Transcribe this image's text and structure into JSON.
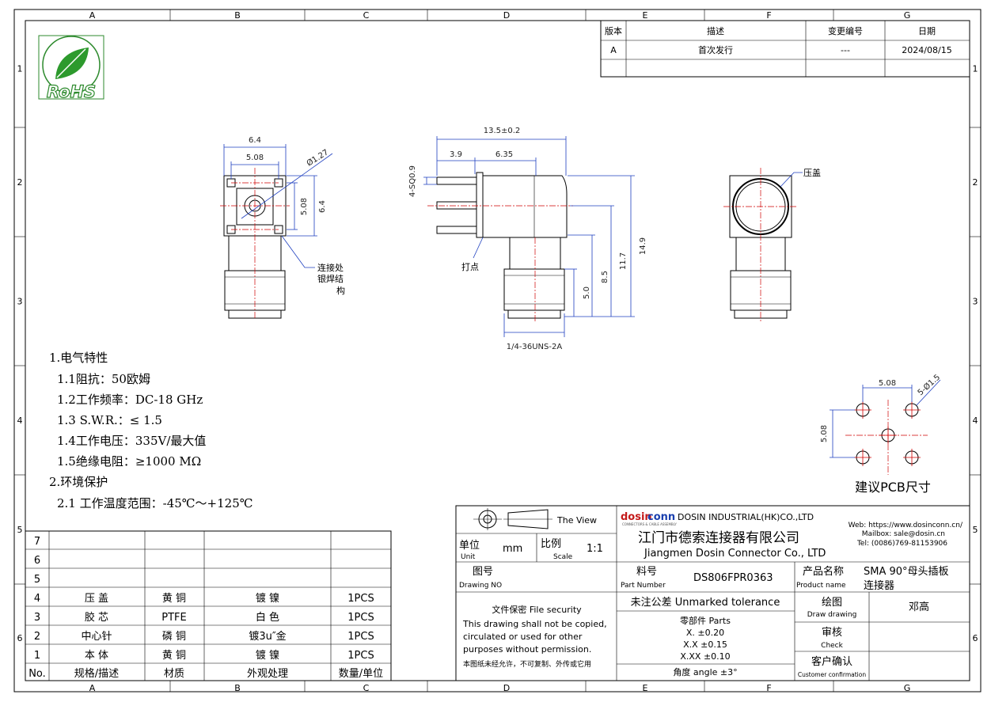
{
  "zone_cols": [
    "A",
    "B",
    "C",
    "D",
    "E",
    "F",
    "G"
  ],
  "zone_rows": [
    "1",
    "2",
    "3",
    "4",
    "5",
    "6"
  ],
  "logo": {
    "text": "RoHS"
  },
  "revision": {
    "headers": [
      "版本",
      "描述",
      "变更编号",
      "日期"
    ],
    "rows": [
      [
        "A",
        "首次发行",
        "---",
        "2024/08/15"
      ]
    ]
  },
  "front_view": {
    "dim_overall_w": "6.4",
    "dim_pitch_w": "5.08",
    "dim_hole": "Ø1.27",
    "dim_pitch_h": "5.08",
    "dim_overall_h": "6.4",
    "note_weld": [
      "连接处",
      "银焊结",
      "构"
    ]
  },
  "side_view": {
    "dim_length": "13.5±0.2",
    "dim_a": "3.9",
    "dim_b": "6.35",
    "dim_pin": "4-SQ0.9",
    "dim_h1": "5.0",
    "dim_h2": "8.5",
    "dim_h3": "11.7",
    "dim_h4": "14.9",
    "note_mark": "打点",
    "thread": "1/4-36UNS-2A"
  },
  "rear_view": {
    "note_cap": "压盖"
  },
  "pcb": {
    "dim_pitch_w": "5.08",
    "dim_pitch_h": "5.08",
    "dim_holes": "5-Ø1.5",
    "title": "建议PCB尺寸"
  },
  "specs": [
    "1.电气特性",
    "1.1阻抗：50欧姆",
    "1.2工作频率：DC-18 GHz",
    "1.3 S.W.R.：≤ 1.5",
    "1.4工作电压：335V/最大值",
    "1.5绝缘电阻：≥1000 MΩ",
    "2.环境保护",
    "2.1 工作温度范围：-45℃～+125℃"
  ],
  "bom": {
    "empty_rows": [
      "7",
      "6",
      "5"
    ],
    "rows": [
      [
        "4",
        "压 盖",
        "黄 铜",
        "镀 镍",
        "1PCS"
      ],
      [
        "3",
        "胶 芯",
        "PTFE",
        "白 色",
        "1PCS"
      ],
      [
        "2",
        "中心针",
        "磷 铜",
        "镀3u″金",
        "1PCS"
      ],
      [
        "1",
        "本 体",
        "黄 铜",
        "镀 镍",
        "1PCS"
      ]
    ],
    "header": [
      "No.",
      "规格/描述",
      "材质",
      "外观处理",
      "数量/单位"
    ]
  },
  "title_block": {
    "the_view": "The View",
    "unit_cn": "单位",
    "unit_en": "Unit",
    "unit_val": "mm",
    "scale_cn": "比例",
    "scale_en": "Scale",
    "scale_val": "1:1",
    "brand_a": "dosin",
    "brand_b": "conn",
    "brand_tagline": "CONNECTORS & CABLE ASSEMBLY",
    "company_en_hk": "DOSIN INDUSTRIAL(HK)CO.,LTD",
    "company_cn": "江门市德索连接器有限公司",
    "company_en": "Jiangmen Dosin Connector Co., LTD",
    "web": "Web: https://www.dosinconn.cn/",
    "mail": "Mailbox: sale@dosin.cn",
    "tel": "Tel: (0086)769-81153906",
    "drawing_cn": "图号",
    "drawing_en": "Drawing NO",
    "part_cn": "料号",
    "part_en": "Part Number",
    "part_val": "DS806FPR0363",
    "product_cn": "产品名称",
    "product_en": "Product name",
    "product_val_1": "SMA 90°母头插板",
    "product_val_2": "连接器",
    "sec_title": "文件保密 File security",
    "sec_1": "This drawing shall not be copied,",
    "sec_2": "circulated or used for other",
    "sec_3": "purposes without permission.",
    "sec_cn": "本图纸未经允许，不可复制、外传或它用",
    "tol_title": "未注公差 Unmarked tolerance",
    "tol_parts": "零部件 Parts",
    "tol_1": "X. ±0.20",
    "tol_2": "X.X ±0.15",
    "tol_3": "X.XX ±0.10",
    "tol_angle": "角度 angle ±3°",
    "draw_cn": "绘图",
    "draw_en": "Draw drawing",
    "draw_val": "邓高",
    "check_cn": "审核",
    "check_en": "Check",
    "cust_cn": "客户确认",
    "cust_en": "Customer confirmation"
  }
}
